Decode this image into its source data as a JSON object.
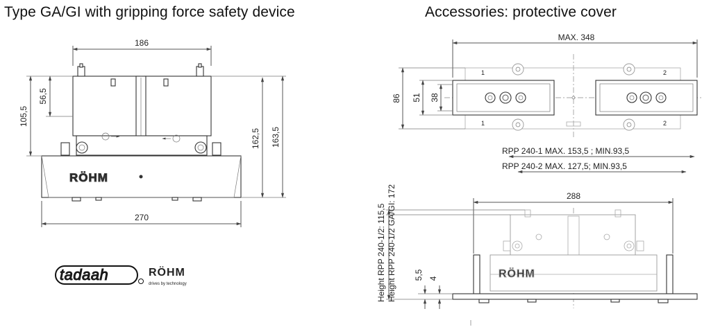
{
  "titles": {
    "left": "Type GA/GI with gripping force safety device",
    "right": "Accessories: protective cover"
  },
  "left_view": {
    "dims": {
      "width_top": "186",
      "width_bottom": "270",
      "h_56_5": "56,5",
      "h_105_5": "105,5",
      "h_162_5": "162,5",
      "h_163_5": "163,5"
    },
    "brand_mark": "RÖHM"
  },
  "cover_top_view": {
    "dims": {
      "max_348": "MAX. 348",
      "h_86": "86",
      "h_51": "51",
      "h_38": "38"
    },
    "marks": [
      "1",
      "2",
      "1",
      "2"
    ],
    "rpp_lines": [
      "RPP 240-1 MAX. 153,5 ; MIN.93,5",
      "RPP 240-2 MAX. 127,5; MIN.93,5"
    ]
  },
  "cover_side_view": {
    "dims": {
      "width_288": "288",
      "h_5_5": "5,5",
      "h_4": "4"
    },
    "height_labels": [
      "Height RPP 240-1/2: 115,5",
      "Height RPP 240-1/2 GA/GI: 172"
    ],
    "brand_mark": "RÖHM"
  },
  "logos": {
    "tadaah": "tadaah",
    "rohm": "RÖHM",
    "rohm_tagline": "drives by technology"
  },
  "colors": {
    "rohm_blue": "#2a4f86",
    "line": "#444444"
  }
}
